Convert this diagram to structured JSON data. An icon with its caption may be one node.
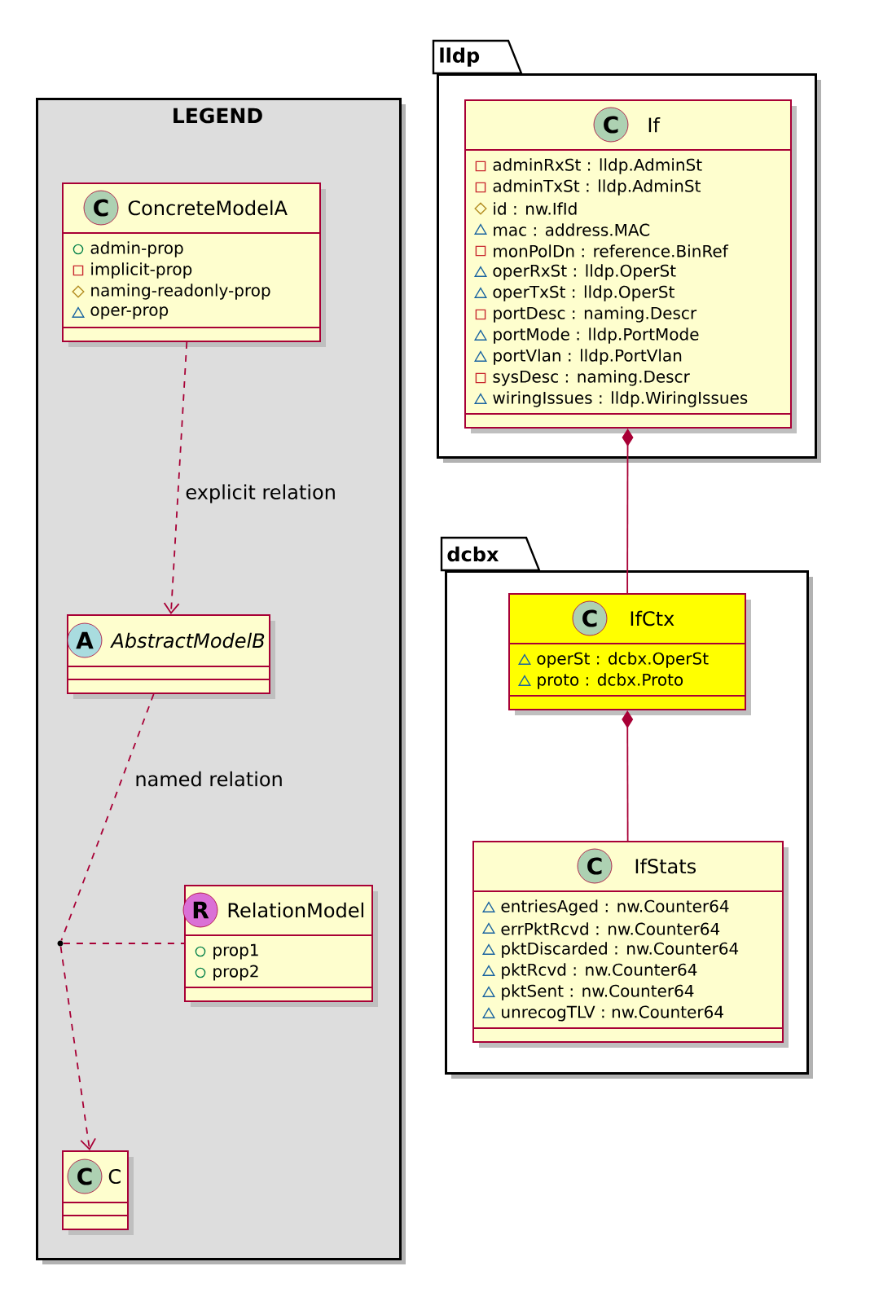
{
  "diagram": {
    "nodes": [
      {
        "text": [
          "LEGEND"
        ]
      },
      {
        "text": [
          "C",
          "ConcreteModelA",
          "admin-prop",
          "implicit-prop",
          "naming-readonly-prop",
          "oper-prop"
        ],
        "in": 0
      },
      {
        "text": [
          "A",
          "AbstractModelB"
        ],
        "in": 0
      },
      {
        "text": [],
        "shape": "circle",
        "in": 0
      },
      {
        "text": [
          "R",
          "RelationModel",
          "prop1",
          "prop2"
        ],
        "in": 0
      },
      {
        "text": [
          "C",
          "C"
        ],
        "in": 0
      },
      {
        "text": [
          "lldp"
        ]
      },
      {
        "text": [
          "C",
          "If",
          "adminRxSt : lldp.AdminSt",
          "adminTxSt : lldp.AdminSt",
          "id : nw.IfId",
          "mac : address.MAC",
          "monPolDn : reference.BinRef",
          "operRxSt : lldp.OperSt",
          "operTxSt : lldp.OperSt",
          "portDesc : naming.Descr",
          "portMode : lldp.PortMode",
          "portVlan : lldp.PortVlan",
          "sysDesc : naming.Descr",
          "wiringIssues : lldp.WiringIssues"
        ],
        "in": 6
      },
      {
        "text": [
          "dcbx"
        ]
      },
      {
        "text": [
          "C",
          "IfCtx",
          "operSt : dcbx.OperSt",
          "proto : dcbx.Proto"
        ],
        "in": 8
      },
      {
        "text": [
          "C",
          "IfStats",
          "entriesAged : nw.Counter64",
          "errPktRcvd : nw.Counter64",
          "pktDiscarded : nw.Counter64",
          "pktRcvd : nw.Counter64",
          "pktSent : nw.Counter64",
          "unrecogTLV : nw.Counter64"
        ],
        "in": 8
      }
    ],
    "edges": [
      {
        "from": 1,
        "to": 2,
        "arrow": "to",
        "style": "dashed",
        "label": "explicit relation"
      },
      {
        "from": 2,
        "to": 3,
        "arrow": "none",
        "style": "dashed",
        "label": "named relation"
      },
      {
        "from": 3,
        "to": 5,
        "arrow": "to",
        "style": "dashed"
      },
      {
        "from": 3,
        "to": 4,
        "arrow": "none",
        "style": "dashed"
      },
      {
        "from": 7,
        "to": 9,
        "arrow": "other"
      },
      {
        "from": 9,
        "to": 10,
        "arrow": "other"
      }
    ]
  }
}
